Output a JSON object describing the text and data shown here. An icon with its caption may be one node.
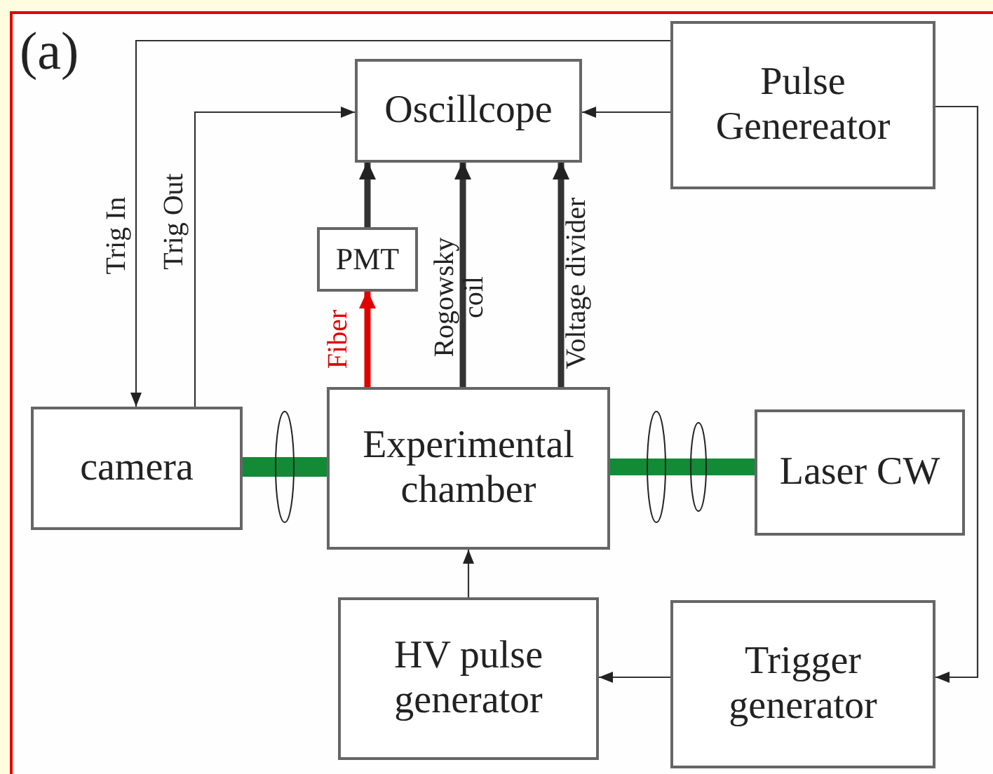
{
  "diagram": {
    "nodes": [
      {
        "text": [
          "Oscillcope"
        ]
      },
      {
        "text": [
          "Pulse Genereator"
        ]
      },
      {
        "text": [
          "PMT"
        ]
      },
      {
        "text": [
          "camera"
        ]
      },
      {
        "text": [
          "Experimental chamber"
        ]
      },
      {
        "text": [
          "Laser CW"
        ]
      },
      {
        "text": [
          "HV pulse generator"
        ]
      },
      {
        "text": [
          "Trigger generator"
        ]
      },
      {
        "text": [],
        "shape": "ellipse"
      },
      {
        "text": [],
        "shape": "ellipse"
      },
      {
        "text": [],
        "shape": "ellipse"
      }
    ],
    "edges": [
      {
        "from": 1,
        "to": 3,
        "arrow": "to",
        "label": "Trig In"
      },
      {
        "from": 3,
        "to": 0,
        "arrow": "to",
        "label": "Trig Out"
      },
      {
        "from": 1,
        "to": 0,
        "arrow": "to"
      },
      {
        "from": 4,
        "to": 2,
        "arrow": "to",
        "label": "Fiber",
        "color": "#e00000",
        "style": "thick"
      },
      {
        "from": 2,
        "to": 0,
        "arrow": "to",
        "style": "thick"
      },
      {
        "from": 4,
        "to": 0,
        "arrow": "to",
        "label": "Rogowsky coil",
        "style": "thick"
      },
      {
        "from": 4,
        "to": 0,
        "arrow": "to",
        "label": "Voltage divider",
        "style": "thick"
      },
      {
        "from": 1,
        "to": 7,
        "arrow": "to"
      },
      {
        "from": 7,
        "to": 6,
        "arrow": "to"
      },
      {
        "from": 6,
        "to": 4,
        "arrow": "to"
      },
      {
        "from": 3,
        "to": 4,
        "arrow": "none",
        "style": "thick",
        "color": "#138a36"
      },
      {
        "from": 4,
        "to": 5,
        "arrow": "none",
        "style": "thick",
        "color": "#138a36"
      }
    ],
    "labels": [
      "(a)"
    ]
  }
}
